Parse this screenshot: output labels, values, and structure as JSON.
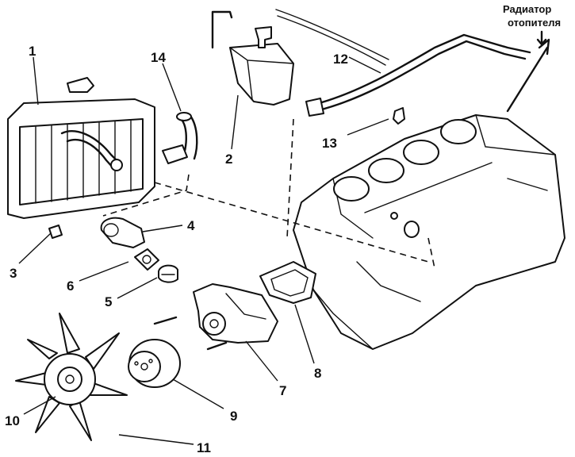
{
  "callouts": {
    "c1": "1",
    "c2": "2",
    "c3": "3",
    "c4": "4",
    "c5": "5",
    "c6": "6",
    "c7": "7",
    "c8": "8",
    "c9": "9",
    "c10": "10",
    "c11": "11",
    "c12": "12",
    "c13": "13",
    "c14": "14"
  },
  "heater_label": {
    "line1": "Радиатор",
    "line2": "отопителя"
  },
  "colors": {
    "ink": "#111111",
    "paper": "#ffffff"
  }
}
